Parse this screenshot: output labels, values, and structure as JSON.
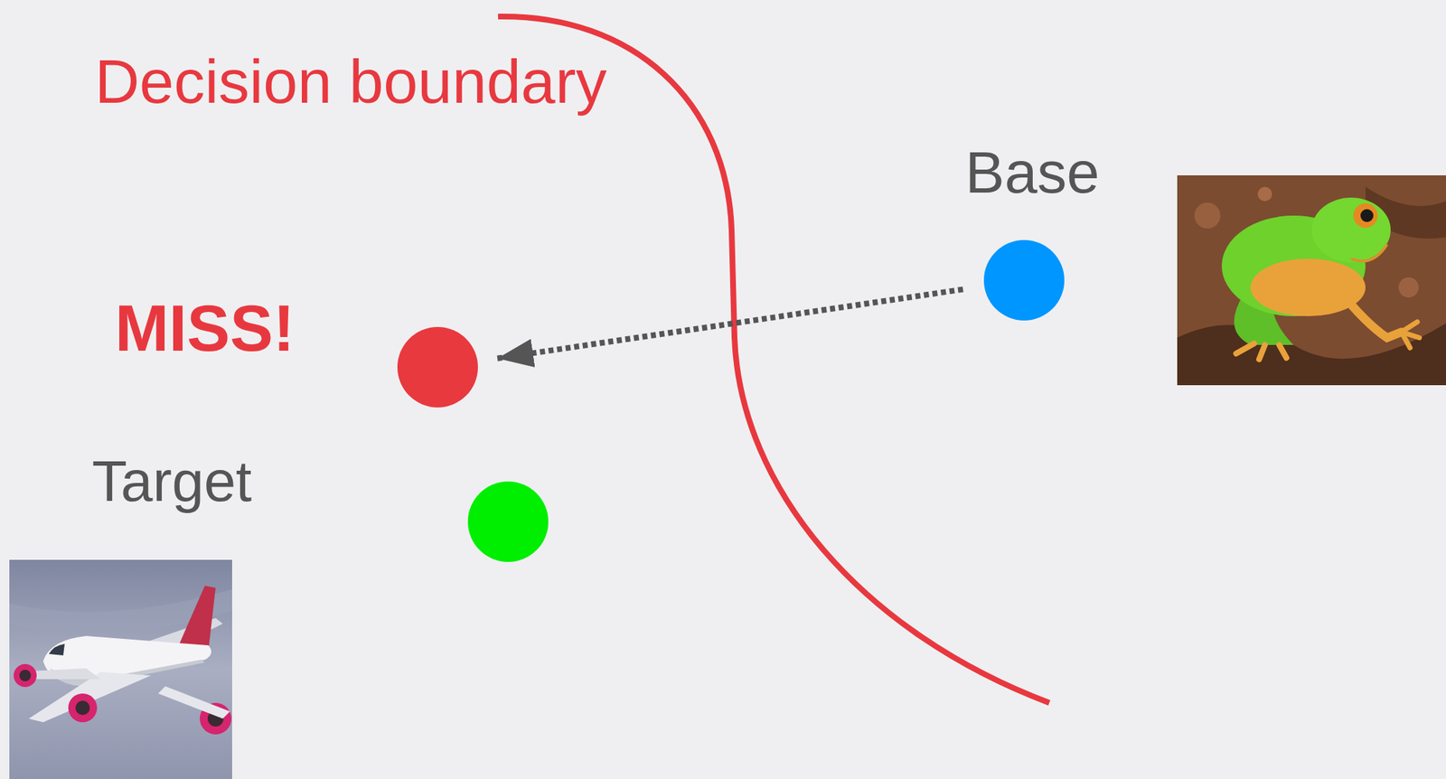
{
  "diagram": {
    "nodes": [
      {
        "text": [
          "Base"
        ]
      },
      {
        "text": [
          "MISS!"
        ]
      },
      {
        "text": [
          "Target"
        ]
      }
    ],
    "edges": [
      {
        "from": 0,
        "to": 1,
        "arrow": "to"
      }
    ],
    "labels": [
      "Decision boundary"
    ]
  }
}
